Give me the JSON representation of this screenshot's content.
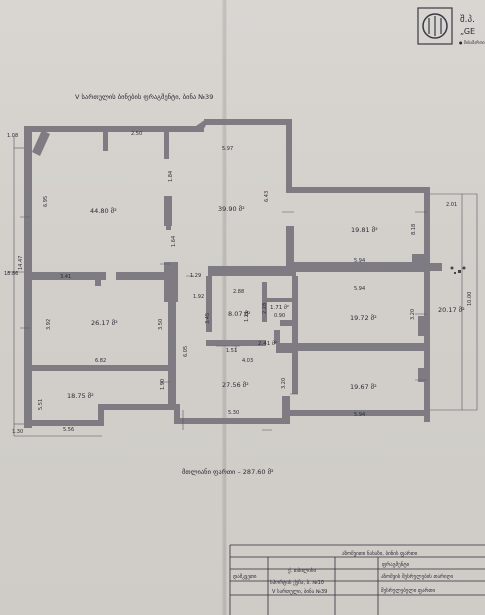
{
  "header": {
    "logo_text": "შ.პ.",
    "company": "„GE",
    "subline": "● მისამართი"
  },
  "plan_title": "V სართულის ბინების ფრაგმენტი, ბინა №39",
  "rooms": [
    {
      "id": "r1",
      "area": "44.80 მ²"
    },
    {
      "id": "r2",
      "area": "39.90 მ²"
    },
    {
      "id": "r3",
      "area": "19.81 მ²"
    },
    {
      "id": "r4",
      "area": "26.17 მ²"
    },
    {
      "id": "r5",
      "area": "8.07 მ²"
    },
    {
      "id": "r6",
      "area": "1.71 მ²"
    },
    {
      "id": "r7",
      "area": "2.41 მ²"
    },
    {
      "id": "r8",
      "area": "19.72 მ²"
    },
    {
      "id": "r9",
      "area": "20.17 მ²"
    },
    {
      "id": "r10",
      "area": "18.75 მ²"
    },
    {
      "id": "r11",
      "area": "27.56 მ²"
    },
    {
      "id": "r12",
      "area": "19.67 მ²"
    }
  ],
  "dimensions": [
    "1.08",
    "2.50",
    "5.97",
    "6.95",
    "1.84",
    "6.43",
    "2.01",
    "18.86",
    "8.18",
    "1.64",
    "5.94",
    "3.41",
    "1.29",
    "5.94",
    "10.00",
    "1.92",
    "2.88",
    "3.92",
    "3.50",
    "3.45",
    "1.21",
    "2.28",
    "0.90",
    "3.20",
    "6.82",
    "6.05",
    "1.51",
    "4.03",
    "1.90",
    "3.20",
    "5.51",
    "5.30",
    "5.94",
    "1.30",
    "5.56",
    "14.47"
  ],
  "total_area": "მთლიანი ფართი – 287.60 მ²",
  "title_block": {
    "organization": "აზომვითი ნახაზი, ბინის ფართი",
    "row1": "ფრაგმენტი",
    "owner_label": "დამკვეთი",
    "owner_name": "ქ. თბილისი",
    "address_line1": "სპორტის ქუჩა, ბ. №10",
    "address_line2": "V სართული, ბინა №39",
    "sheet_label": "აზომვის შესრულების თარიღი",
    "sheet_label2": "შესრულებული ფართი"
  },
  "colors": {
    "wall": "#7e7c82",
    "line": "#6d6b72",
    "paper": "#d6d3ce"
  }
}
